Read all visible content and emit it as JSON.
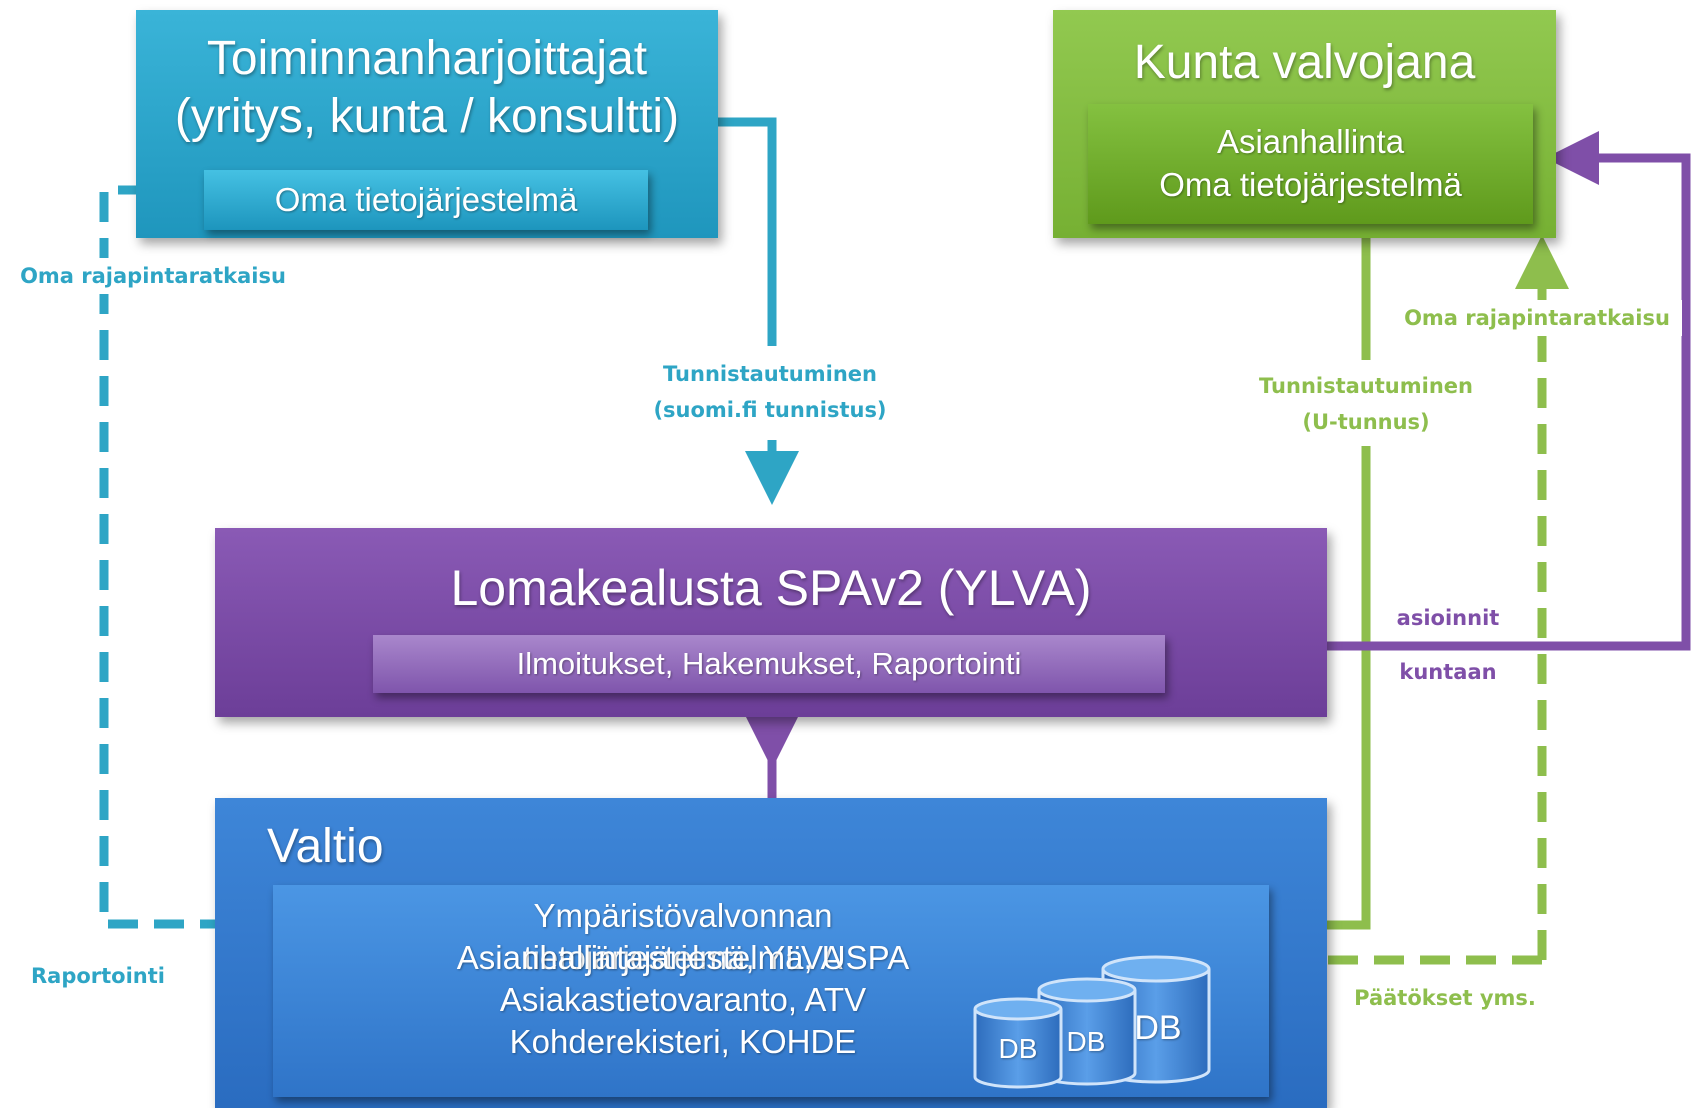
{
  "operators": {
    "title_line1": "Toiminnanharjoittajat",
    "title_line2": "(yritys, kunta / konsultti)",
    "system": "Oma tietojärjestelmä"
  },
  "municipality": {
    "title": "Kunta valvojana",
    "system_line1": "Asianhallinta",
    "system_line2": "Oma tietojärjestelmä"
  },
  "platform": {
    "title": "Lomakealusta SPAv2 (YLVA)",
    "subtitle": "Ilmoitukset, Hakemukset, Raportointi"
  },
  "state": {
    "title": "Valtio",
    "systems": [
      "Ympäristövalvonnan tietojärjestelmä, YLVA",
      "Asianhallintajärjestelmä, USPA",
      "Asiakastietovaranto, ATV",
      "Kohderekisteri, KOHDE"
    ],
    "databases": [
      "DB",
      "DB",
      "DB"
    ]
  },
  "labels": {
    "operator_interface": "Oma rajapintaratkaisu",
    "operator_auth_line1": "Tunnistautuminen",
    "operator_auth_line2": "(suomi.fi tunnistus)",
    "reporting": "Raportointi",
    "municipal_interface": "Oma rajapintaratkaisu",
    "municipal_auth_line1": "Tunnistautuminen",
    "municipal_auth_line2": "(U-tunnus)",
    "transactions_line1": "asioinnit",
    "transactions_line2": "kuntaan",
    "decisions": "Päätökset yms."
  },
  "colors": {
    "teal": "#2ea5c5",
    "green": "#8ebe4d",
    "purple": "#7f4fa8",
    "blue": "#2f74c8"
  }
}
